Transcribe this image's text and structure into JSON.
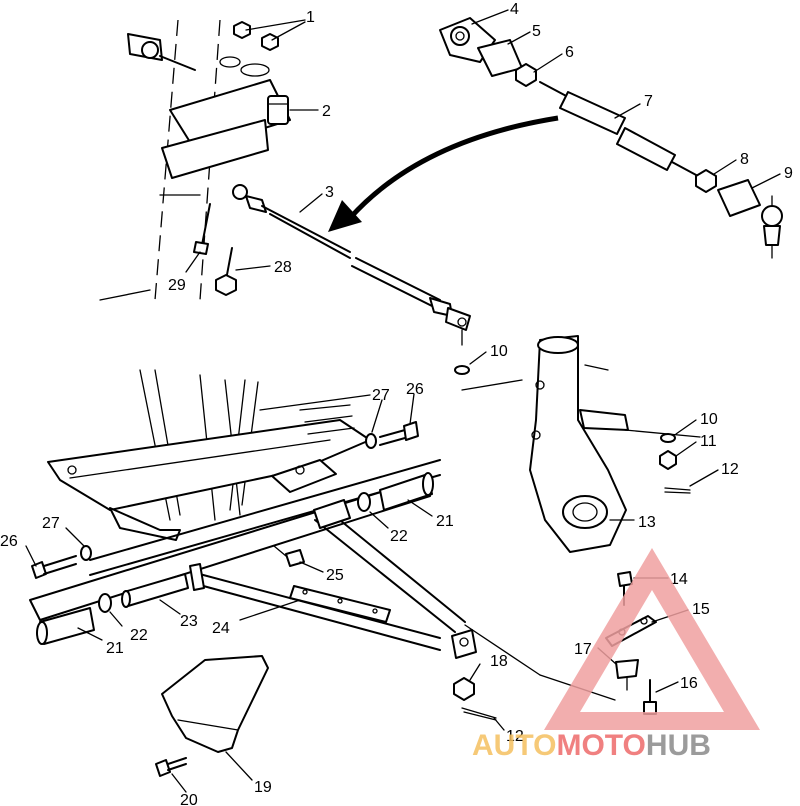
{
  "diagram": {
    "callouts": [
      {
        "id": "c1",
        "text": "1"
      },
      {
        "id": "c2",
        "text": "2"
      },
      {
        "id": "c3",
        "text": "3"
      },
      {
        "id": "c4",
        "text": "4"
      },
      {
        "id": "c5",
        "text": "5"
      },
      {
        "id": "c6",
        "text": "6"
      },
      {
        "id": "c7",
        "text": "7"
      },
      {
        "id": "c8",
        "text": "8"
      },
      {
        "id": "c9",
        "text": "9"
      },
      {
        "id": "c10a",
        "text": "10"
      },
      {
        "id": "c10b",
        "text": "10"
      },
      {
        "id": "c11",
        "text": "11"
      },
      {
        "id": "c12a",
        "text": "12"
      },
      {
        "id": "c12b",
        "text": "12"
      },
      {
        "id": "c13",
        "text": "13"
      },
      {
        "id": "c14",
        "text": "14"
      },
      {
        "id": "c15",
        "text": "15"
      },
      {
        "id": "c16",
        "text": "16"
      },
      {
        "id": "c17",
        "text": "17"
      },
      {
        "id": "c18",
        "text": "18"
      },
      {
        "id": "c19",
        "text": "19"
      },
      {
        "id": "c20",
        "text": "20"
      },
      {
        "id": "c21a",
        "text": "21"
      },
      {
        "id": "c21b",
        "text": "21"
      },
      {
        "id": "c22a",
        "text": "22"
      },
      {
        "id": "c22b",
        "text": "22"
      },
      {
        "id": "c23",
        "text": "23"
      },
      {
        "id": "c24",
        "text": "24"
      },
      {
        "id": "c25",
        "text": "25"
      },
      {
        "id": "c26a",
        "text": "26"
      },
      {
        "id": "c26b",
        "text": "26"
      },
      {
        "id": "c27a",
        "text": "27"
      },
      {
        "id": "c27b",
        "text": "27"
      },
      {
        "id": "c28",
        "text": "28"
      },
      {
        "id": "c29",
        "text": "29"
      }
    ]
  },
  "watermark": {
    "part1": "AUTO",
    "part2": "MOTO",
    "part3": "HUB",
    "colors": {
      "triangle": "#f0a0a0",
      "auto": "#f5c060",
      "moto": "#ee6a6a",
      "hub": "#8a8a8a"
    }
  }
}
